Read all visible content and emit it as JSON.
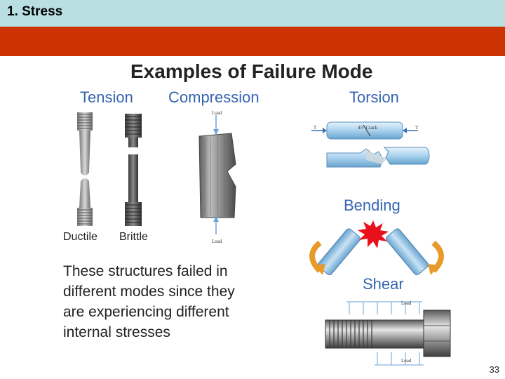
{
  "slide": {
    "title": "1. Stress",
    "page_number": "33"
  },
  "figure": {
    "heading": "Examples of Failure Mode",
    "categories": {
      "tension": "Tension",
      "compression": "Compression",
      "torsion": "Torsion",
      "bending": "Bending",
      "shear": "Shear"
    },
    "captions": {
      "ductile": "Ductile",
      "brittle": "Brittle"
    },
    "annotations": {
      "load_top": "Load",
      "load_bottom": "Load",
      "torque_left": "T",
      "torque_right": "T",
      "crack": "45° Crack",
      "shear_load_top": "Load",
      "shear_load_bottom": "Load"
    },
    "body_lines": [
      "These structures failed in",
      "different modes since they",
      "are experiencing different",
      "internal stresses"
    ]
  },
  "colors": {
    "title_bar": "#b9dfe3",
    "accent_band": "#cc3300",
    "category_text": "#3565b0",
    "arrow_orange": "#e79a2a",
    "burst_red": "#e8101a"
  }
}
